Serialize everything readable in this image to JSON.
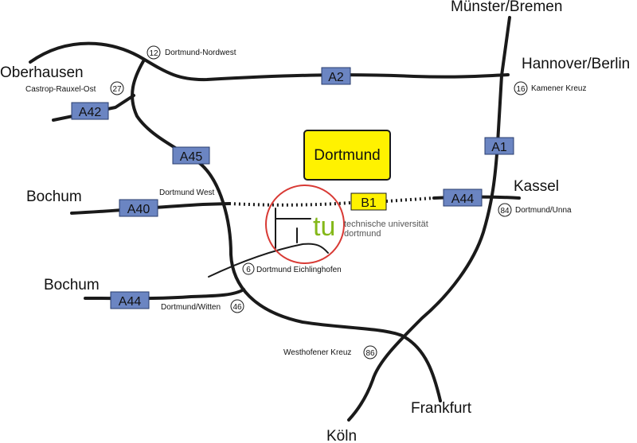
{
  "cities": {
    "muenster": "Münster/Bremen",
    "hannover": "Hannover/Berlin",
    "oberhausen": "Oberhausen",
    "bochum1": "Bochum",
    "bochum2": "Bochum",
    "kassel": "Kassel",
    "frankfurt": "Frankfurt",
    "koeln": "Köln"
  },
  "center_label": "Dortmund",
  "shields": {
    "a2": "A2",
    "a42": "A42",
    "a45": "A45",
    "a40": "A40",
    "a44_east": "A44",
    "a44_west": "A44",
    "a1": "A1",
    "b1": "B1"
  },
  "exits": {
    "nordwest": {
      "num": "12",
      "name": "Dortmund-Nordwest"
    },
    "castrop": {
      "num": "27",
      "name": "Castrop-Rauxel-Ost"
    },
    "kamener": {
      "num": "16",
      "name": "Kamener Kreuz"
    },
    "west": {
      "name": "Dortmund West"
    },
    "unna": {
      "num": "84",
      "name": "Dortmund/Unna"
    },
    "eichlinghofen": {
      "num": "6",
      "name": "Dortmund Eichlinghofen"
    },
    "witten": {
      "num": "46",
      "name": "Dortmund/Witten"
    },
    "westhofener": {
      "num": "86",
      "name": "Westhofener Kreuz"
    }
  },
  "tu_logo": {
    "mark": "tu",
    "line1": "technische universität",
    "line2": "dortmund"
  },
  "colors": {
    "shield_blue": "#6b85c2",
    "shield_border": "#2a3d6e",
    "b1_yellow": "#fff200",
    "tu_green": "#84b819",
    "circle_red": "#d83a35",
    "logo_gray": "#555555"
  }
}
